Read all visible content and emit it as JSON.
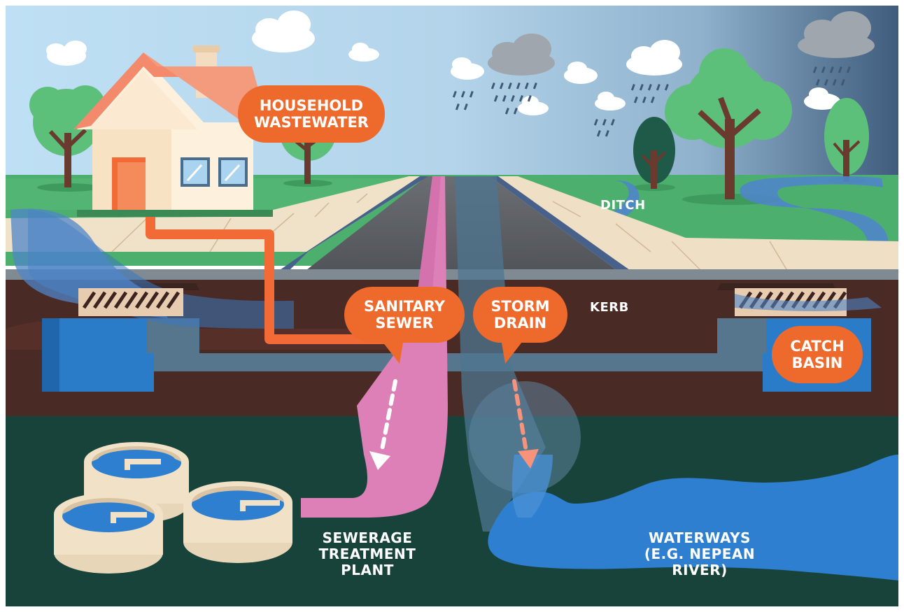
{
  "colors": {
    "sky_top": "#bcdcf1",
    "sky_storm": "#3e5b7a",
    "grass": "#4caf6e",
    "soil": "#4a2a24",
    "underground": "#17433a",
    "road": "#5a5d63",
    "sewer_pink": "#dd80b8",
    "storm_blue": "#3d7fc0",
    "water_blue": "#2f7fd0",
    "bubble_orange": "#ee6a2c",
    "house_wall": "#fdf0dc",
    "roof": "#f38a6b",
    "pipe_orange": "#f26a35"
  },
  "labels": {
    "household": [
      "HOUSEHOLD",
      "WASTEWATER"
    ],
    "sanitary": [
      "SANITARY",
      "SEWER"
    ],
    "storm": [
      "STORM",
      "DRAIN"
    ],
    "catch": [
      "CATCH",
      "BASIN"
    ],
    "ditch": "DITCH",
    "kerb": "KERB",
    "treatment": [
      "SEWERAGE",
      "TREATMENT",
      "PLANT"
    ],
    "waterways": [
      "WATERWAYS",
      "(E.G. NEPEAN RIVER)"
    ]
  },
  "icons": [
    "house-icon",
    "tree-icon",
    "cloud-icon",
    "rain-icon",
    "treatment-tank-icon",
    "grate-icon"
  ]
}
